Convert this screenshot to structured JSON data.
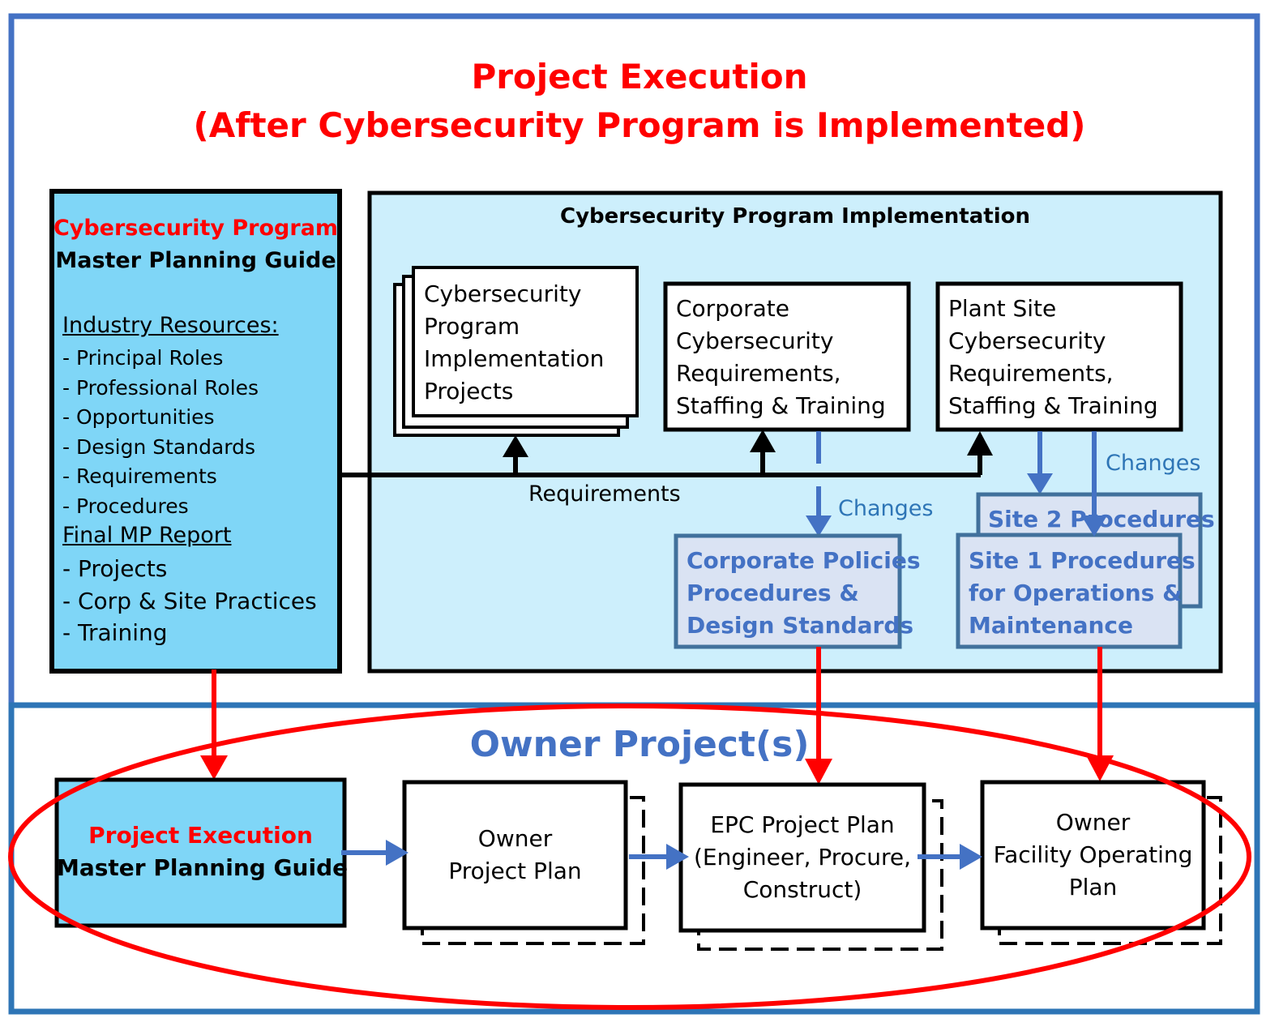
{
  "title": {
    "line1": "Project Execution",
    "line2": "(After Cybersecurity Program is Implemented)"
  },
  "master_guide": {
    "title_red": "Cybersecurity Program",
    "title_black": "Master Planning Guide",
    "industry_heading": "Industry Resources:",
    "industry_items": [
      "- Principal Roles",
      "- Professional Roles",
      "- Opportunities",
      "- Design Standards",
      "- Requirements",
      "- Procedures"
    ],
    "final_heading": "Final MP Report",
    "final_items": [
      "- Projects",
      "- Corp & Site Practices",
      "- Training"
    ]
  },
  "implementation": {
    "title": "Cybersecurity Program Implementation",
    "projects_box": [
      "Cybersecurity",
      "Program",
      "Implementation",
      "Projects"
    ],
    "corporate_box": [
      "Corporate",
      "Cybersecurity",
      "Requirements,",
      "Staffing & Training"
    ],
    "plant_box": [
      "Plant Site",
      "Cybersecurity",
      "Requirements,",
      "Staffing & Training"
    ],
    "requirements_label": "Requirements",
    "changes_label_1": "Changes",
    "changes_label_2": "Changes",
    "corp_policies": [
      "Corporate Policies",
      "Procedures &",
      "Design Standards"
    ],
    "site2": "Site 2 Procedures",
    "site1": [
      "Site 1 Procedures",
      "for Operations &",
      "Maintenance"
    ]
  },
  "owner": {
    "title": "Owner Project(s)",
    "pe_guide_red": "Project Execution",
    "pe_guide_black": "Master Planning Guide",
    "owner_plan": [
      "Owner",
      "Project Plan"
    ],
    "epc_plan": [
      "EPC Project Plan",
      "(Engineer, Procure,",
      "Construct)"
    ],
    "facility_plan": [
      "Owner",
      "Facility Operating",
      "Plan"
    ]
  },
  "colors": {
    "frame_blue": "#4472c4",
    "light_blue_fill": "#7fd6f7",
    "pale_blue_fill": "#cdeffc",
    "lavender_fill": "#dae3f3",
    "box_border_blue": "#41719c",
    "arrow_blue": "#4472c4",
    "red": "#ff0000"
  }
}
